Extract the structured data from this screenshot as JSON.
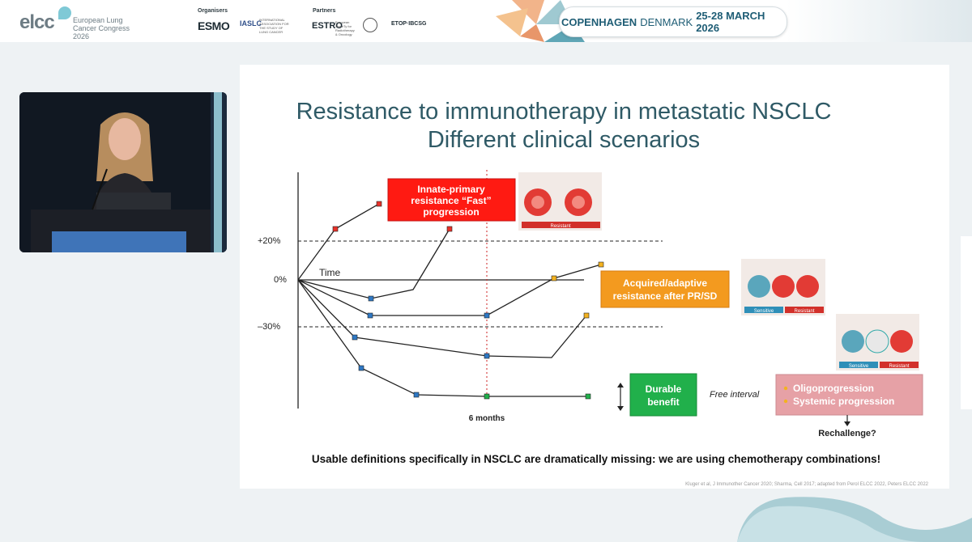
{
  "header": {
    "brand": "elcc",
    "brand_sub": "European Lung Cancer Congress 2026",
    "organisers_label": "Organisers",
    "org1": "ESMO",
    "org2": "IASLC",
    "org2_sub": "INTERNATIONAL ASSOCIATION FOR THE STUDY OF LUNG CANCER",
    "partners_label": "Partners",
    "partner1": "ESTRO",
    "partner1_sub": "European SocieTy for Radiotherapy & Oncology",
    "partner3": "ETOP·IBCSG",
    "venue_city": "COPENHAGEN",
    "venue_country": "DENMARK",
    "venue_dates": "25-28 MARCH 2026"
  },
  "slide": {
    "title_line1": "Resistance to immunotherapy in metastatic NSCLC",
    "title_line2": "Different clinical scenarios",
    "axis": {
      "plus20": "+20%",
      "zero": "0%",
      "minus30": "–30%",
      "time": "Time",
      "six_months": "6 months"
    },
    "box_primary": [
      "Innate-primary",
      "resistance “Fast”",
      "progression"
    ],
    "box_acquired": [
      "Acquired/adaptive",
      "resistance after PR/SD"
    ],
    "box_durable": [
      "Durable",
      "benefit"
    ],
    "free_interval": "Free interval",
    "box_progression": [
      "Oligoprogression",
      "Systemic progression"
    ],
    "rechallenge": "Rechallenge?",
    "img_resistant_label": "Resistant",
    "img_sensitive_label": "Sensitive",
    "footer_statement": "Usable definitions specifically in NSCLC are dramatically missing: we are using chemotherapy combinations!",
    "reference": "Kluger et al, J Immunother Cancer 2020; Sharma, Cell 2017; adapted from Perol ELCC 2022, Peters ELCC 2022"
  },
  "colors": {
    "title": "#2f5a66",
    "red": "#ff0000",
    "orange": "#f39a1f",
    "green": "#21b04b",
    "pink": "#e6a1a6",
    "blue_marker": "#2f78c4",
    "venue_text": "#1e5d75"
  }
}
